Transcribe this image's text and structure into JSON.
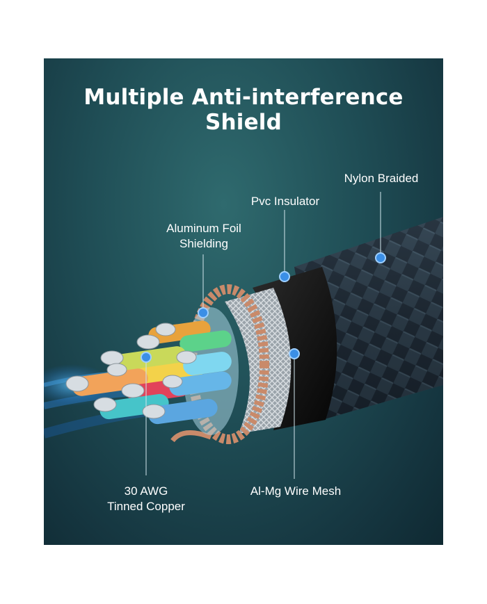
{
  "title": "Multiple Anti-interference Shield",
  "labels": {
    "nylon": "Nylon Braided",
    "pvc": "Pvc Insulator",
    "foil_line1": "Aluminum Foil",
    "foil_line2": "Shielding",
    "copper_line1": "30 AWG",
    "copper_line2": "Tinned Copper",
    "mesh": "Al-Mg Wire Mesh"
  },
  "colors": {
    "background": "#1f4d55",
    "callout_dot": "#3b8fe6",
    "text": "#ffffff"
  }
}
